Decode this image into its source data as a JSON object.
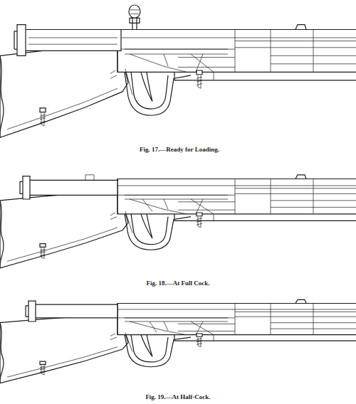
{
  "diagram": {
    "labels": [
      "Fig. 17.—Ready for Loading.",
      "Fig. 18.—At Full Cock.",
      "Fig. 19.—At Half-Cock."
    ]
  }
}
